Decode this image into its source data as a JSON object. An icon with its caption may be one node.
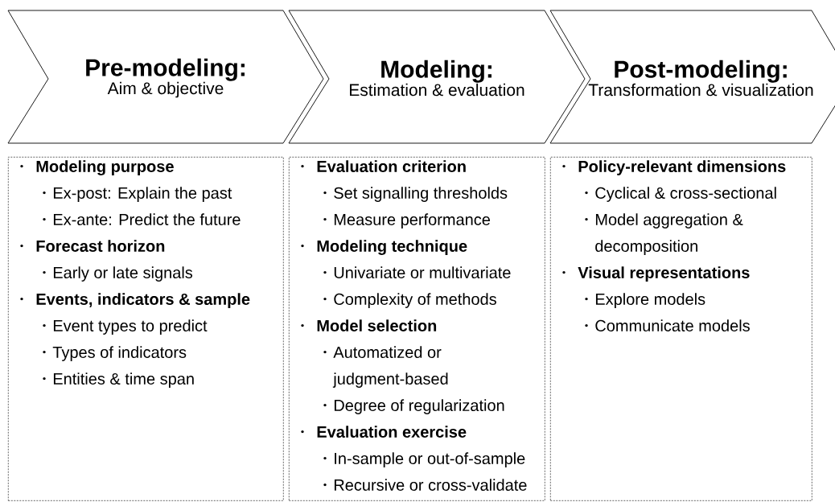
{
  "diagram": {
    "nodes": [
      {
        "text": [
          "Pre-modeling:",
          "Aim & objective"
        ]
      },
      {
        "text": [
          "Modeling:",
          "Estimation & evaluation"
        ]
      },
      {
        "text": [
          "Post-modeling:",
          "Transformation & visualization"
        ]
      },
      {
        "text": [
          "Modeling purpose",
          "Ex-post: Explain the past",
          "Ex-ante: Predict the future",
          "Forecast horizon",
          "Early or late signals",
          "Events, indicators & sample",
          "Event types to predict",
          "Types of indicators",
          "Entities & time span"
        ]
      },
      {
        "text": [
          "Evaluation criterion",
          "Set signalling thresholds",
          "Measure performance",
          "Modeling technique",
          "Univariate or multivariate",
          "Complexity of methods",
          "Model selection",
          "Automatized or judgment-based",
          "Degree of regularization",
          "Evaluation exercise",
          "In-sample or out-of-sample",
          "Recursive or cross-validate"
        ]
      },
      {
        "text": [
          "Policy-relevant dimensions",
          "Cyclical & cross-sectional",
          "Model aggregation & decomposition",
          "Visual representations",
          "Explore models",
          "Communicate models"
        ]
      }
    ]
  }
}
